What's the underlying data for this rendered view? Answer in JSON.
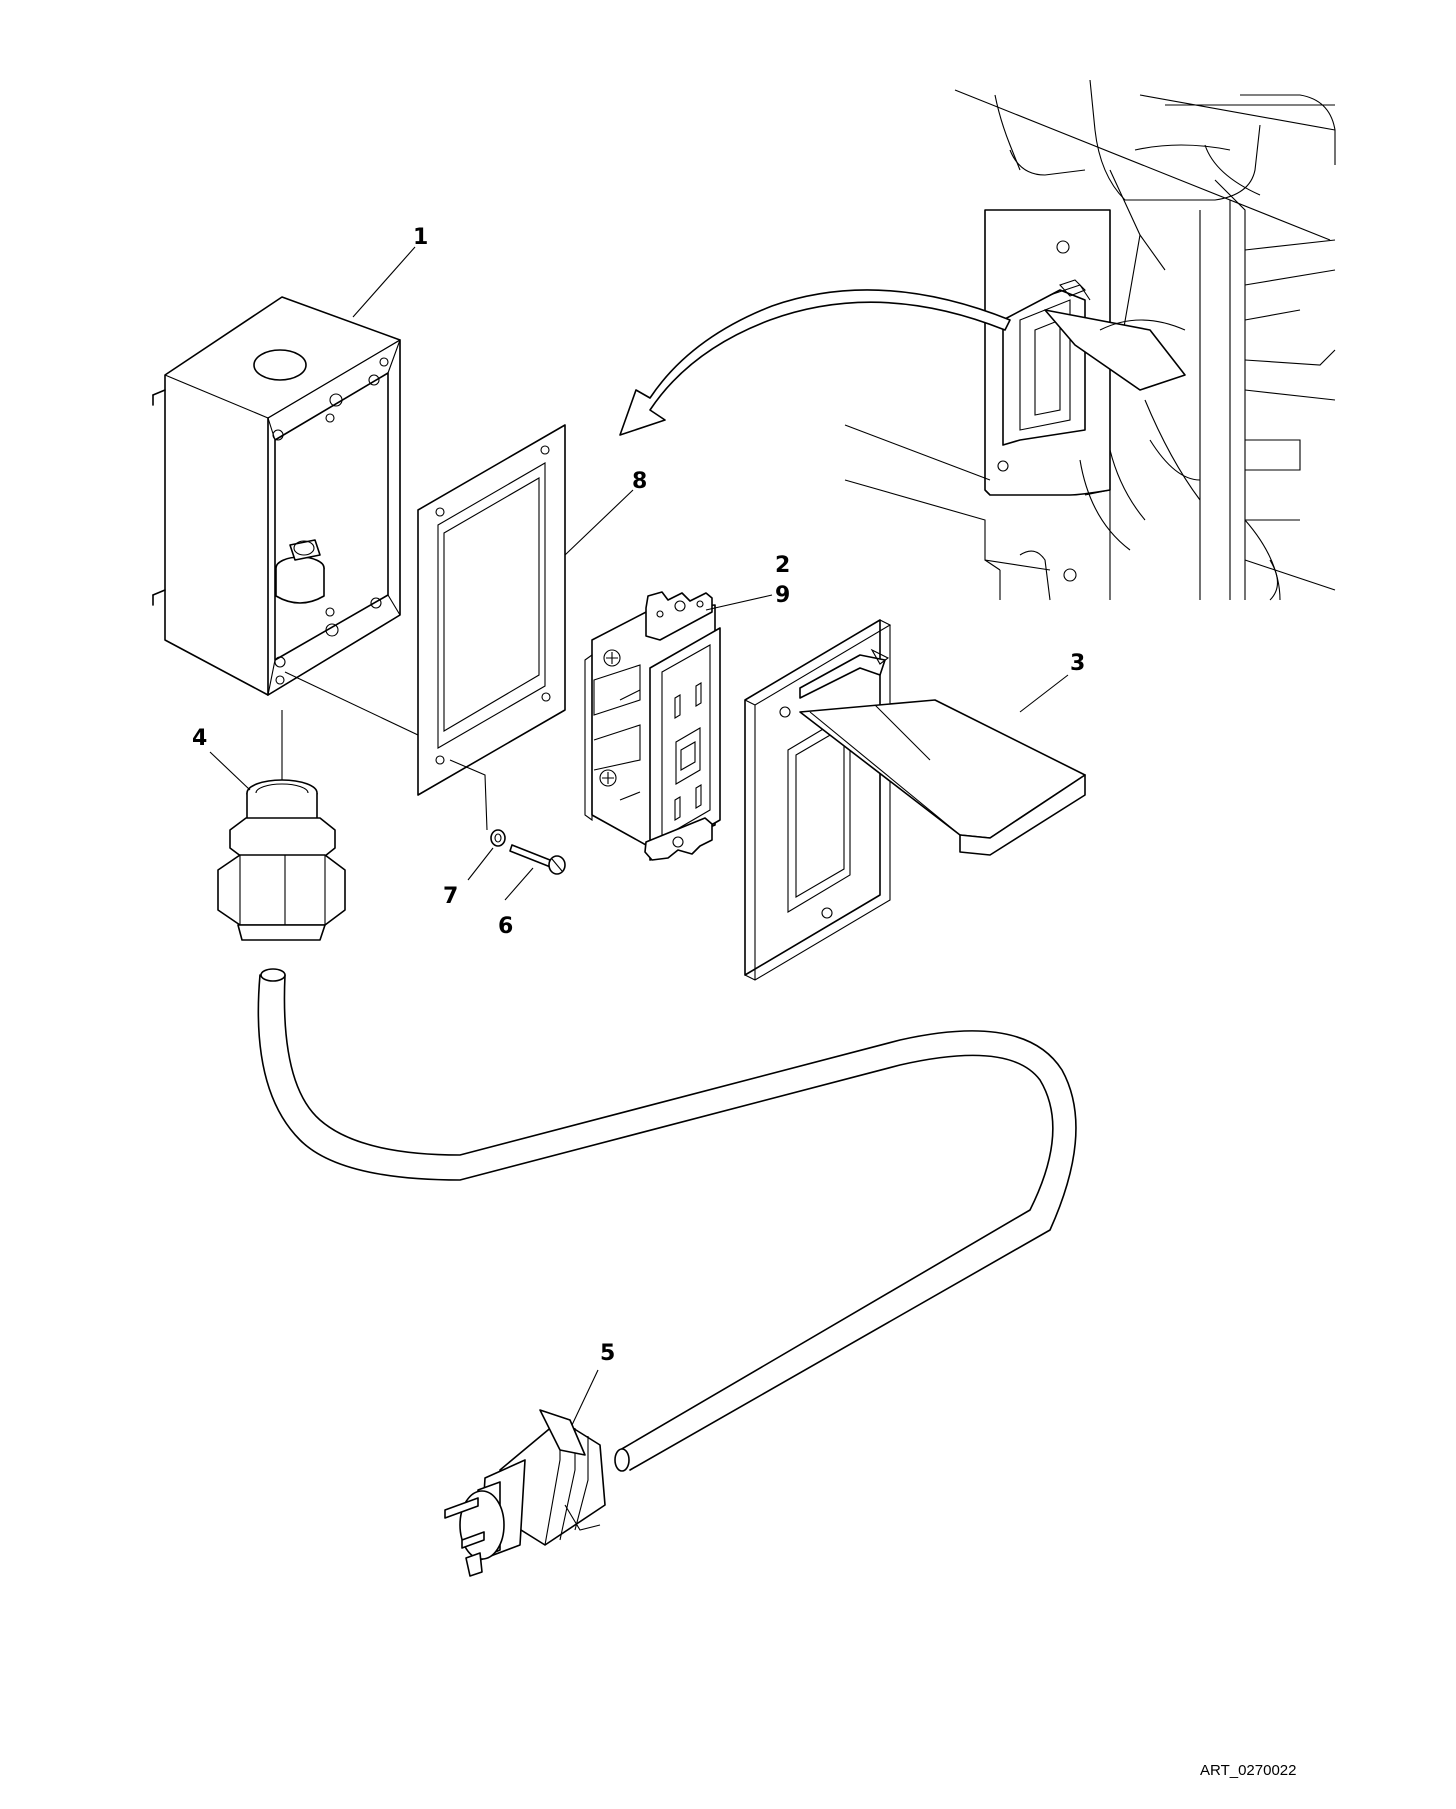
{
  "callouts": {
    "c1": "1",
    "c2": "2",
    "c3": "3",
    "c4": "4",
    "c5": "5",
    "c6": "6",
    "c7": "7",
    "c8": "8",
    "c9": "9"
  },
  "art_id": "ART_0270022",
  "colors": {
    "line": "#000000",
    "background": "#ffffff"
  }
}
